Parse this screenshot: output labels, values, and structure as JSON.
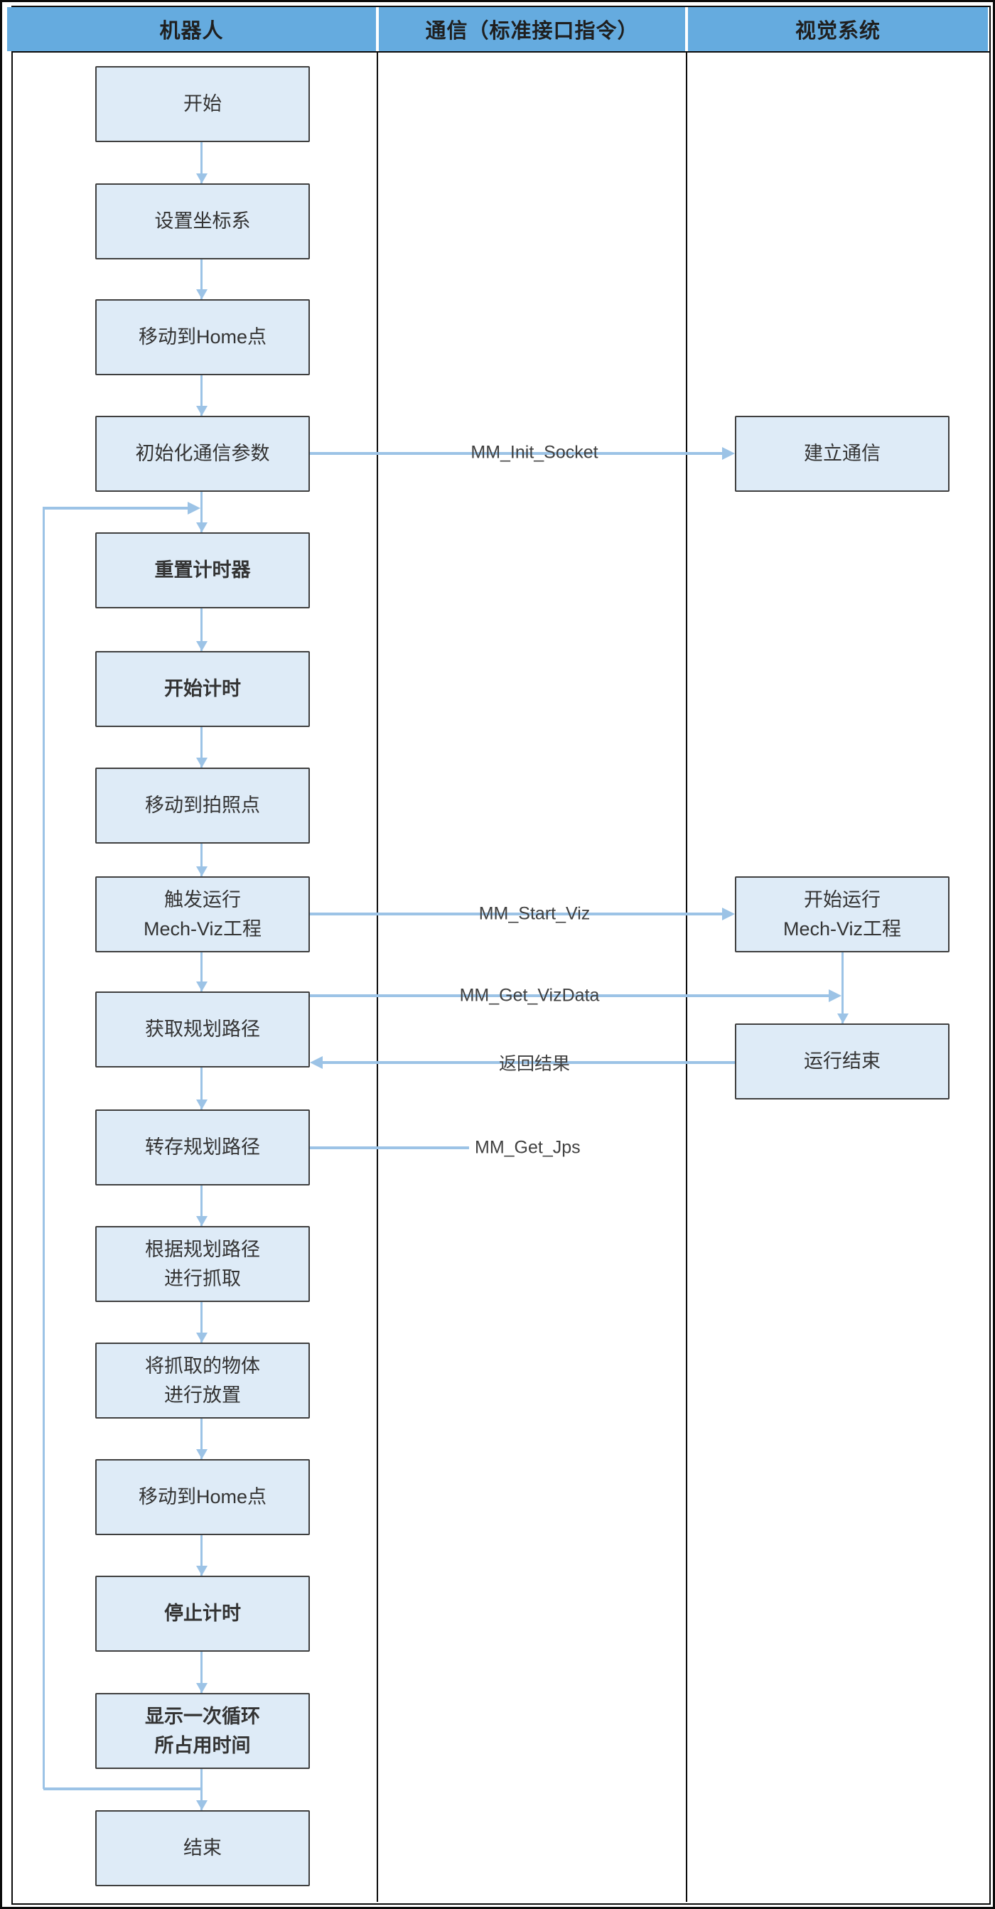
{
  "colors": {
    "header_bg": "#65ABDF",
    "header_text": "#1F1F1F",
    "node_fill": "#DEEBF7",
    "node_border": "#3F3F3F",
    "node_text": "#333333",
    "arrow": "#9CC3E6",
    "edge_label_text": "#404040",
    "table_line": "#0b0b0b"
  },
  "header": {
    "columns": [
      {
        "label": "机器人"
      },
      {
        "label": "通信（标准接口指令）"
      },
      {
        "label": "视觉系统"
      }
    ]
  },
  "robot_lane": {
    "nodes": [
      {
        "label": "开始",
        "bold": false
      },
      {
        "label": "设置坐标系",
        "bold": false
      },
      {
        "label": "移动到Home点",
        "bold": false
      },
      {
        "label": "初始化通信参数",
        "bold": false
      },
      {
        "label": "重置计时器",
        "bold": true
      },
      {
        "label": "开始计时",
        "bold": true
      },
      {
        "label": "移动到拍照点",
        "bold": false
      },
      {
        "label": "触发运行\nMech-Viz工程",
        "bold": false
      },
      {
        "label": "获取规划路径",
        "bold": false
      },
      {
        "label": "转存规划路径",
        "bold": false
      },
      {
        "label": "根据规划路径\n进行抓取",
        "bold": false
      },
      {
        "label": "将抓取的物体\n进行放置",
        "bold": false
      },
      {
        "label": "移动到Home点",
        "bold": false
      },
      {
        "label": "停止计时",
        "bold": true
      },
      {
        "label": "显示一次循环\n所占用时间",
        "bold": true
      },
      {
        "label": "结束",
        "bold": false
      }
    ]
  },
  "vision_lane": {
    "nodes": [
      {
        "label": "建立通信"
      },
      {
        "label": "开始运行\nMech-Viz工程"
      },
      {
        "label": "运行结束"
      }
    ]
  },
  "edges": {
    "labels": [
      {
        "text": "MM_Init_Socket"
      },
      {
        "text": "MM_Start_Viz"
      },
      {
        "text": "MM_Get_VizData"
      },
      {
        "text": "返回结果"
      },
      {
        "text": "MM_Get_Jps"
      }
    ]
  }
}
